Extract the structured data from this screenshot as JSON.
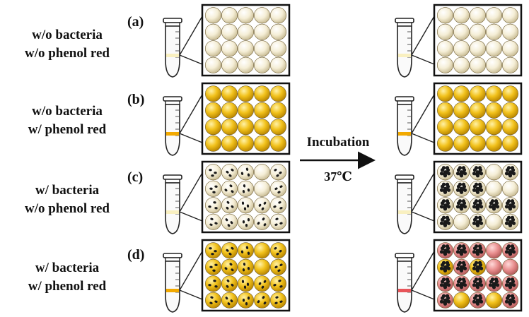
{
  "colors": {
    "clear": "#f7f0d8",
    "yellow": "#f2bf1a",
    "red": "#e88d8d",
    "tube_clear_band": "#f9f0c0",
    "tube_yellow_band": "#f2a900",
    "tube_red_band": "#e8555a",
    "bacteria": "#1a1a1a"
  },
  "rows": [
    {
      "letter": "(a)",
      "label_line1": "w/o bacteria",
      "label_line2": "w/o phenol red",
      "before": {
        "tube": "clear",
        "wells": "clear",
        "bacteria": "none"
      },
      "after": {
        "tube": "clear",
        "wells": "clear",
        "bacteria": "none"
      }
    },
    {
      "letter": "(b)",
      "label_line1": "w/o bacteria",
      "label_line2": "w/ phenol red",
      "before": {
        "tube": "yellow",
        "wells": "yellow",
        "bacteria": "none"
      },
      "after": {
        "tube": "yellow",
        "wells": "yellow",
        "bacteria": "none"
      }
    },
    {
      "letter": "(c)",
      "label_line1": "w/ bacteria",
      "label_line2": "w/o phenol red",
      "before": {
        "tube": "clear",
        "wells": "clear",
        "bacteria": "dots"
      },
      "after": {
        "tube": "clear",
        "wells": "clear",
        "bacteria": "clusters"
      }
    },
    {
      "letter": "(d)",
      "label_line1": "w/ bacteria",
      "label_line2": "w/ phenol red",
      "before": {
        "tube": "yellow",
        "wells": "yellow",
        "bacteria": "dots"
      },
      "after": {
        "tube": "red",
        "wells": "mixed",
        "bacteria": "clusters"
      }
    }
  ],
  "incubation": {
    "label": "Incubation",
    "temperature": "37℃"
  },
  "before_bacteria_pattern": [
    [
      1,
      1,
      1,
      0,
      1
    ],
    [
      1,
      1,
      1,
      0,
      1
    ],
    [
      1,
      1,
      1,
      1,
      1
    ],
    [
      1,
      1,
      1,
      1,
      1
    ]
  ],
  "after_bacteria_pattern": [
    [
      1,
      1,
      1,
      0,
      1
    ],
    [
      1,
      1,
      1,
      0,
      0
    ],
    [
      1,
      1,
      1,
      1,
      1
    ],
    [
      1,
      0,
      1,
      0,
      1
    ]
  ],
  "mixed_well_pattern": [
    [
      "red",
      "red",
      "red",
      "red",
      "red"
    ],
    [
      "yellow",
      "red",
      "yellow",
      "red",
      "red"
    ],
    [
      "red",
      "red",
      "red",
      "red",
      "red"
    ],
    [
      "red",
      "yellow",
      "red",
      "yellow",
      "red"
    ]
  ]
}
